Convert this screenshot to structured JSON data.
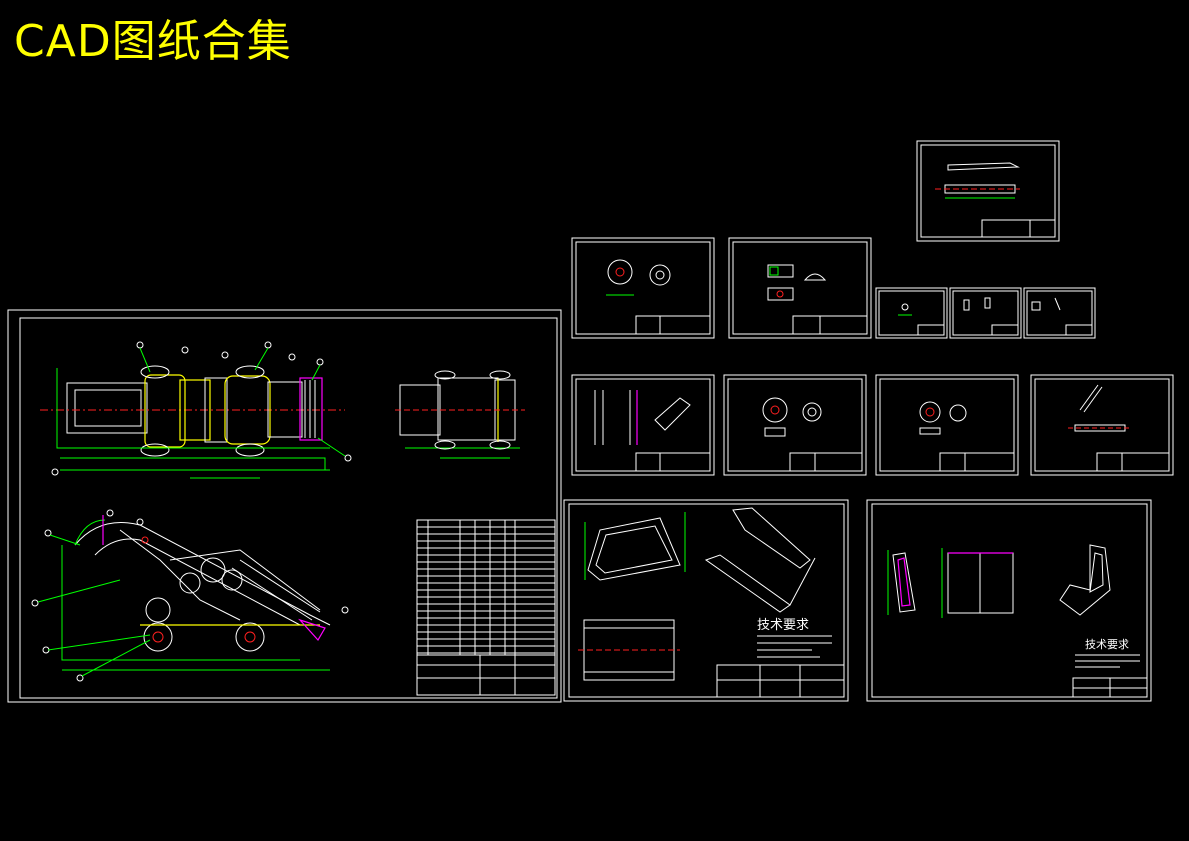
{
  "title": "CAD图纸合集",
  "sheets": {
    "tech_req_heading_1": "技术要求",
    "tech_req_heading_2": "技术要求"
  },
  "colors": {
    "background": "#000000",
    "title": "#ffff00",
    "frame": "#ffffff",
    "dimension": "#00ff00",
    "centerline": "#ff2020",
    "highlight": "#ffff00",
    "accent": "#ff00ff"
  }
}
